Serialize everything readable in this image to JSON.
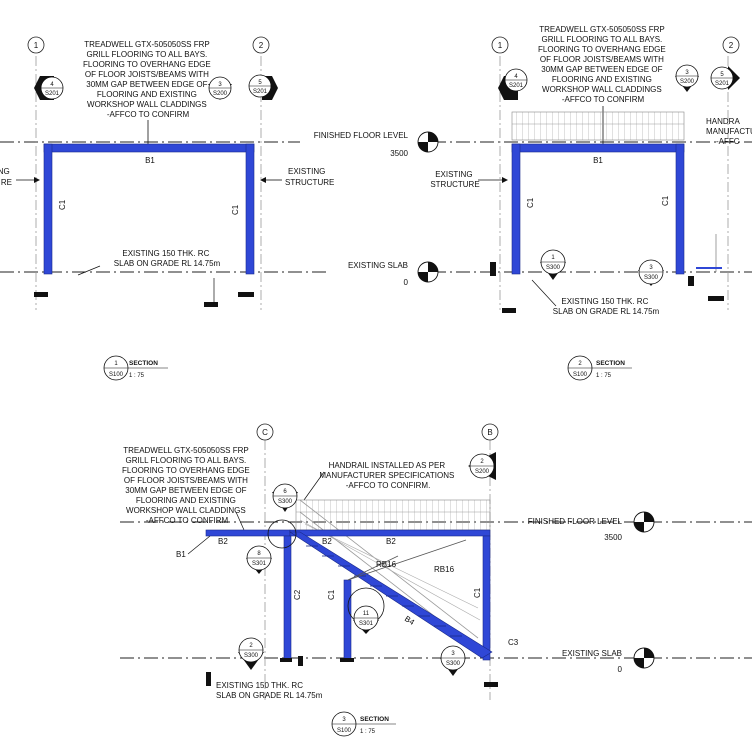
{
  "section1": {
    "note": [
      "TREADWELL GTX-505050SS FRP",
      "GRILL FLOORING TO ALL BAYS.",
      "FLOORING TO OVERHANG EDGE",
      "OF FLOOR JOISTS/BEAMS WITH",
      "30MM GAP BETWEEN EDGE OF",
      "FLOORING AND EXISTING",
      "WORKSHOP WALL CLADDINGS",
      "-AFFCO TO CONFIRM"
    ],
    "grid_left": "1",
    "grid_right": "2",
    "tag_a": {
      "num": "4",
      "sheet": "S201"
    },
    "tag_b": {
      "num": "3",
      "sheet": "S200"
    },
    "tag_c": {
      "num": "5",
      "sheet": "S201"
    },
    "beam": "B1",
    "col_left": "C1",
    "col_right": "C1",
    "existing_left": [
      "NG",
      "RE"
    ],
    "existing_right": [
      "EXISTING",
      "STRUCTURE"
    ],
    "slab_note": [
      "EXISTING 150 THK. RC",
      "SLAB ON GRADE RL 14.75m"
    ],
    "title_num": "1",
    "title_sheet": "S100",
    "title": "SECTION",
    "scale": "1 : 75"
  },
  "levels": {
    "ffl_label": "FINISHED FLOOR LEVEL",
    "ffl_value": "3500",
    "slab_label": "EXISTING SLAB",
    "slab_value": "0"
  },
  "section2": {
    "note": [
      "TREADWELL GTX-505050SS FRP",
      "GRILL FLOORING TO ALL BAYS.",
      "FLOORING TO OVERHANG EDGE",
      "OF FLOOR JOISTS/BEAMS WITH",
      "30MM GAP BETWEEN EDGE OF",
      "FLOORING AND EXISTING",
      "WORKSHOP WALL CLADDINGS",
      "-AFFCO TO CONFIRM"
    ],
    "grid_left": "1",
    "grid_right": "2",
    "tag_a": {
      "num": "4",
      "sheet": "S201"
    },
    "tag_b": {
      "num": "3",
      "sheet": "S200"
    },
    "tag_c": {
      "num": "5",
      "sheet": "S201"
    },
    "handrail_note": [
      "HANDRA",
      "MANUFACTU",
      "-AFFC"
    ],
    "beam": "B1",
    "col_left": "C1",
    "col_right": "C1",
    "existing_left": [
      "EXISTING",
      "STRUCTURE"
    ],
    "slab_tag_a": {
      "num": "1",
      "sheet": "S300"
    },
    "slab_tag_b": {
      "num": "3",
      "sheet": "S300"
    },
    "slab_note": [
      "EXISTING 150 THK. RC",
      "SLAB ON GRADE RL 14.75m"
    ],
    "title_num": "2",
    "title_sheet": "S100",
    "title": "SECTION",
    "scale": "1 : 75"
  },
  "section3": {
    "note": [
      "TREADWELL GTX-505050SS FRP",
      "GRILL FLOORING TO ALL BAYS.",
      "FLOORING TO OVERHANG EDGE",
      "OF FLOOR JOISTS/BEAMS WITH",
      "30MM GAP BETWEEN EDGE OF",
      "FLOORING AND EXISTING",
      "WORKSHOP WALL CLADDINGS",
      "-AFFCO TO CONFIRM"
    ],
    "handrail_note": [
      "HANDRAIL INSTALLED AS PER",
      "MANUFACTURER SPECIFICATIONS",
      "-AFFCO TO CONFIRM."
    ],
    "grid_left": "C",
    "grid_right": "B",
    "tag_top": {
      "num": "2",
      "sheet": "S200"
    },
    "tag_landing": {
      "num": "6",
      "sheet": "S300"
    },
    "tag_b1": {
      "num": "8",
      "sheet": "S301"
    },
    "tag_stair": {
      "num": "11",
      "sheet": "S301"
    },
    "tag_slab_left": {
      "num": "2",
      "sheet": "S300"
    },
    "tag_slab_right": {
      "num": "3",
      "sheet": "S300"
    },
    "b1": "B1",
    "b2_left": "B2",
    "b2_mid": "B2",
    "b2_right": "B2",
    "c2": "C2",
    "c1_mid": "C1",
    "c1_right": "C1",
    "c3": "C3",
    "rb_left": "RB16",
    "rb_right": "RB16",
    "b4": "B4",
    "slab_note": [
      "EXISTING 150 THK. RC",
      "SLAB ON GRADE RL 14.75m"
    ],
    "title_num": "3",
    "title_sheet": "S100",
    "title": "SECTION",
    "scale": "1 : 75"
  },
  "colors": {
    "steel": "#2f47d6",
    "line": "#111111",
    "grid": "#9a9a9a"
  }
}
